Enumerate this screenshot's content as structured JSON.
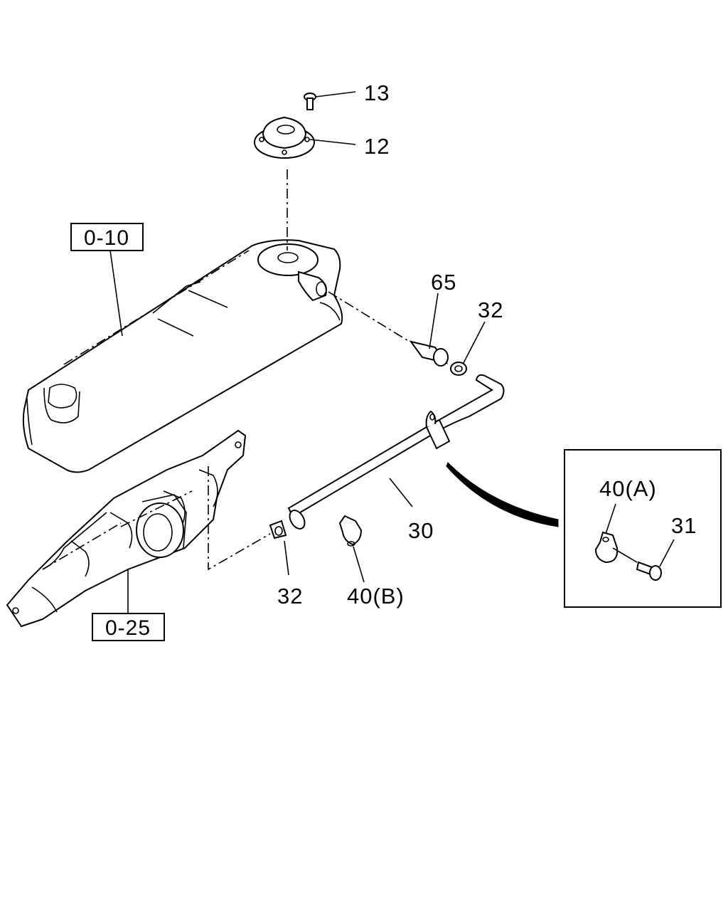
{
  "diagram": {
    "callouts": {
      "c13": "13",
      "c12": "12",
      "c65": "65",
      "c32_upper": "32",
      "c30": "30",
      "c32_lower": "32",
      "c40b": "40(B)",
      "c40a": "40(A)",
      "c31": "31"
    },
    "references": {
      "r010": "0-10",
      "r025": "0-25"
    }
  }
}
